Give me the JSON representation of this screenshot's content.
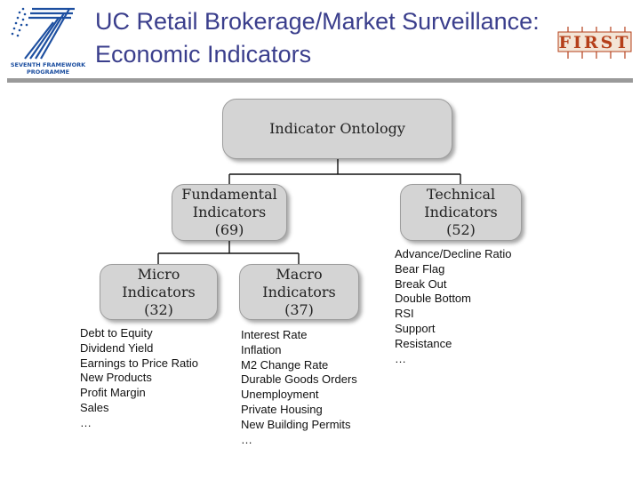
{
  "header": {
    "title_line1": "UC Retail Brokerage/Market Surveillance:",
    "title_line2": "Economic Indicators",
    "fp7_logo_text_line1": "SEVENTH FRAMEWORK",
    "fp7_logo_text_line2": "PROGRAMME",
    "first_logo_text": "FIRST"
  },
  "diagram": {
    "root": {
      "label": "Indicator Ontology"
    },
    "fundamental": {
      "label": "Fundamental\nIndicators\n(69)"
    },
    "technical": {
      "label": "Technical\nIndicators\n(52)"
    },
    "micro": {
      "label": "Micro\nIndicators\n(32)"
    },
    "macro": {
      "label": "Macro\nIndicators\n(37)"
    }
  },
  "lists": {
    "micro": [
      "Debt to Equity",
      "Dividend Yield",
      "Earnings to Price Ratio",
      "New Products",
      "Profit Margin",
      "Sales",
      "…"
    ],
    "macro": [
      "Interest Rate",
      "Inflation",
      "M2 Change Rate",
      "Durable Goods Orders",
      "Unemployment",
      "Private Housing",
      "New Building Permits",
      "…"
    ],
    "technical": [
      "Advance/Decline Ratio",
      "Bear Flag",
      "Break Out",
      "Double Bottom",
      "RSI",
      "Support",
      "Resistance",
      "…"
    ]
  },
  "colors": {
    "title": "#3a3e8c",
    "node_fill": "#d4d4d4",
    "fp7_blue": "#1d4fa0",
    "first_red": "#b5401a"
  }
}
